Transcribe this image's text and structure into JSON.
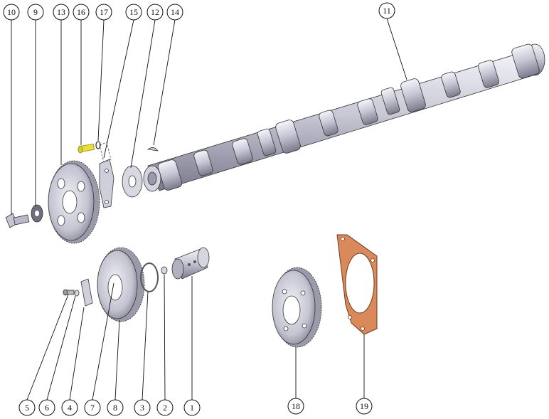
{
  "callouts": [
    {
      "id": "10",
      "label": "10"
    },
    {
      "id": "9",
      "label": "9"
    },
    {
      "id": "13",
      "label": "13"
    },
    {
      "id": "16",
      "label": "16"
    },
    {
      "id": "17",
      "label": "17"
    },
    {
      "id": "15",
      "label": "15"
    },
    {
      "id": "12",
      "label": "12"
    },
    {
      "id": "14",
      "label": "14"
    },
    {
      "id": "11",
      "label": "11"
    },
    {
      "id": "5",
      "label": "5"
    },
    {
      "id": "6",
      "label": "6"
    },
    {
      "id": "4",
      "label": "4"
    },
    {
      "id": "7",
      "label": "7"
    },
    {
      "id": "8",
      "label": "8"
    },
    {
      "id": "3",
      "label": "3"
    },
    {
      "id": "2",
      "label": "2"
    },
    {
      "id": "1",
      "label": "1"
    },
    {
      "id": "18",
      "label": "18"
    },
    {
      "id": "19",
      "label": "19"
    }
  ],
  "colors": {
    "metal_light": "#e8e8f0",
    "metal_mid": "#b8b8c8",
    "metal_dark": "#7c7c8c",
    "bolt_yellow": "#e8e03a",
    "gasket": "#d9895a",
    "gasket_edge": "#6b3a1e"
  },
  "icons": [
    "camshaft",
    "gear",
    "washer",
    "bolt",
    "pin",
    "gasket",
    "bushing",
    "thrust-plate",
    "key"
  ]
}
